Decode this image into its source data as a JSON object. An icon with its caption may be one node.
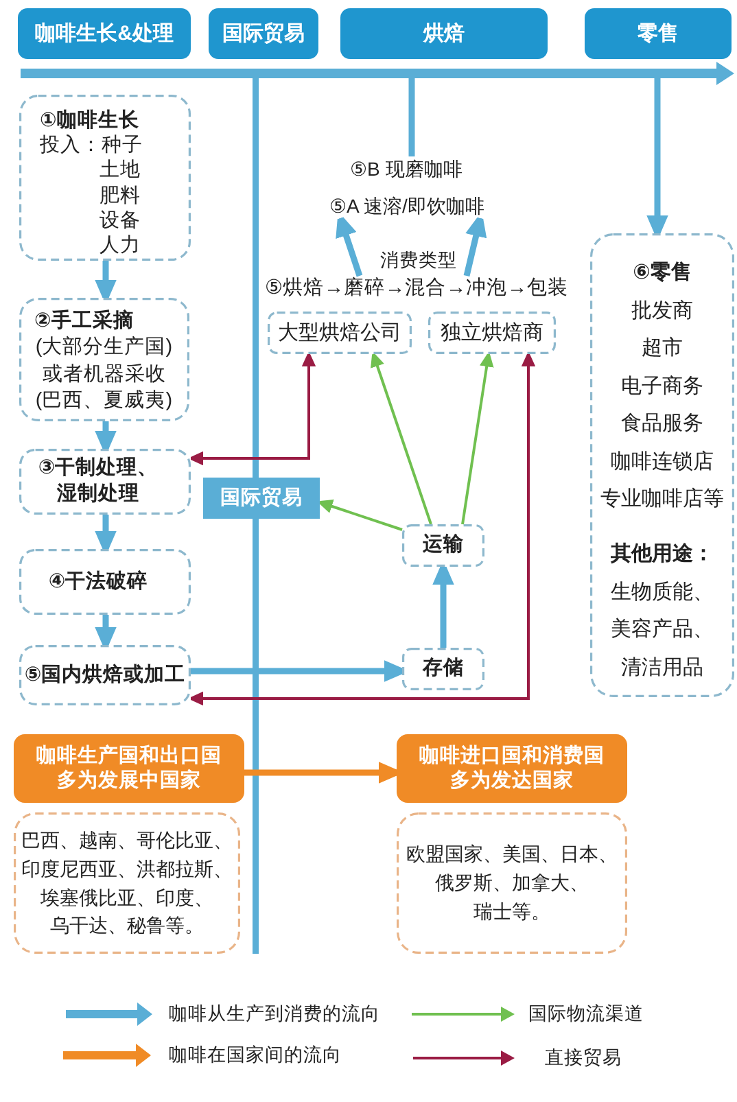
{
  "diagram": {
    "nodes": [
      {
        "text": [
          "咖啡生长&处理"
        ]
      },
      {
        "text": [
          "国际贸易"
        ]
      },
      {
        "text": [
          "烘焙"
        ]
      },
      {
        "text": [
          "零售"
        ]
      },
      {
        "text": [
          "①咖啡生长",
          "投入：种子土地肥料设备人力"
        ]
      },
      {
        "text": [
          "②手工采摘",
          "(大部分生产国)或者机器采收(巴西、夏威夷)"
        ]
      },
      {
        "text": [
          "③干制处理、湿制处理"
        ]
      },
      {
        "text": [
          "④干法破碎"
        ]
      },
      {
        "text": [
          "⑤国内烘焙或加工"
        ]
      },
      {
        "text": [
          "⑤B 现磨咖啡"
        ]
      },
      {
        "text": [
          "⑤A 速溶/即饮咖啡"
        ]
      },
      {
        "text": [
          "⑤烘焙→磨碎→混合→冲泡→包装"
        ]
      },
      {
        "text": [
          "大型烘焙公司"
        ]
      },
      {
        "text": [
          "独立烘焙商"
        ]
      },
      {
        "text": [
          "⑥零售",
          "批发商",
          "超市",
          "电子商务",
          "食品服务",
          "咖啡连锁店",
          "专业咖啡店等",
          "其他用途：",
          "生物质能、",
          "美容产品、",
          "清洁用品"
        ]
      },
      {
        "text": [
          "国际贸易"
        ]
      },
      {
        "text": [
          "运输"
        ]
      },
      {
        "text": [
          "存储"
        ]
      },
      {
        "text": [
          "咖啡生产国和出口国多为发展中国家"
        ]
      },
      {
        "text": [
          "巴西、越南、哥伦比亚、印度尼西亚、洪都拉斯、埃塞俄比亚、印度、乌干达、秘鲁等。"
        ]
      },
      {
        "text": [
          "咖啡进口国和消费国多为发达国家"
        ]
      },
      {
        "text": [
          "欧盟国家、美国、日本、俄罗斯、加拿大、瑞士等。"
        ]
      }
    ],
    "edges": [
      {
        "from": 4,
        "to": 5,
        "arrow": "to"
      },
      {
        "from": 5,
        "to": 6,
        "arrow": "to"
      },
      {
        "from": 6,
        "to": 7,
        "arrow": "to"
      },
      {
        "from": 7,
        "to": 8,
        "arrow": "to"
      },
      {
        "from": null,
        "to": 9,
        "arrow": "none"
      },
      {
        "from": null,
        "to": 14,
        "arrow": "to"
      },
      {
        "from": 11,
        "to": 10,
        "arrow": "to"
      },
      {
        "from": 11,
        "to": 10,
        "arrow": "to"
      },
      {
        "from": 8,
        "to": 17,
        "arrow": "to"
      },
      {
        "from": 17,
        "to": 16,
        "arrow": "to"
      },
      {
        "from": 16,
        "to": 15,
        "arrow": "to",
        "color": "#70c050"
      },
      {
        "from": 16,
        "to": 12,
        "arrow": "to",
        "color": "#70c050"
      },
      {
        "from": 16,
        "to": 13,
        "arrow": "to",
        "color": "#70c050"
      },
      {
        "from": 6,
        "to": 12,
        "arrow": "both",
        "color": "#9a1c44"
      },
      {
        "from": 8,
        "to": 13,
        "arrow": "both",
        "color": "#9a1c44"
      },
      {
        "from": 18,
        "to": 20,
        "arrow": "to",
        "color": "#f08b26"
      }
    ],
    "labels": [
      "消费类型"
    ],
    "legend": [
      {
        "text": "咖啡从生产到消费的流向"
      },
      {
        "text": "国际物流渠道"
      },
      {
        "text": "咖啡在国家间的流向"
      },
      {
        "text": "直接贸易"
      }
    ]
  }
}
